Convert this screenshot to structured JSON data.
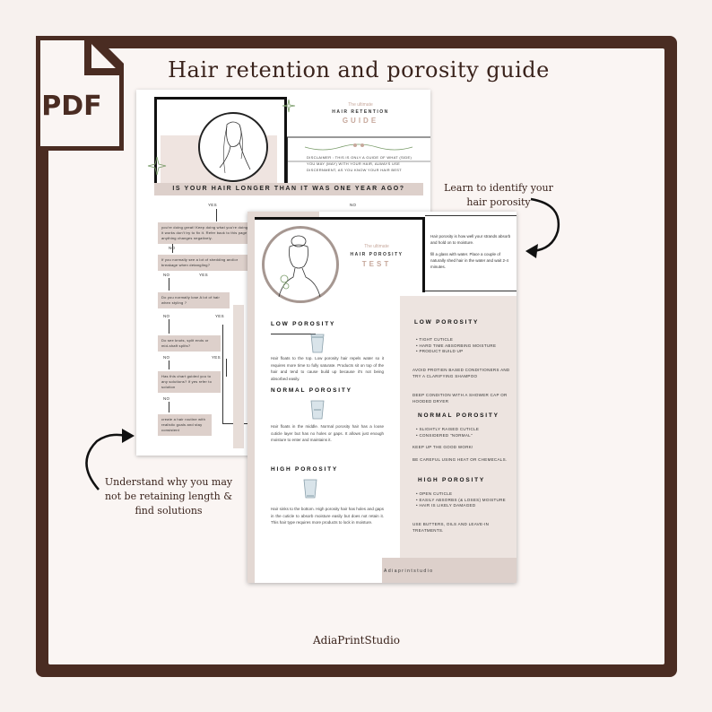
{
  "page": {
    "badge_label": "PDF",
    "title": "Hair retention and porosity guide",
    "footer": "AdiaPrintStudio",
    "callout_right": "Learn to identify your hair porosity",
    "callout_left": "Understand why you may not be retaining length & find solutions",
    "colors": {
      "frame": "#4a2c22",
      "accent_pink": "#ddd0cb",
      "gold": "#c7a89c"
    }
  },
  "guide": {
    "ultimate": "The ultimate",
    "heading": "HAIR RETENTION",
    "subheading": "GUIDE",
    "disclaimer": "DISCLAIMER : THIS IS ONLY A GUIDE OF WHAT (SIDE) YOU MAY (MAY) WITH YOUR HAIR, ALWAYS USE DISCERNMENT, AS YOU KNOW YOUR HAIR BEST",
    "question": "IS YOUR HAIR LONGER THAN IT WAS ONE YEAR AGO?",
    "yes": "YES",
    "no": "NO",
    "box_doing_great": "you're doing great! Keep doing what you're doing. If it works don't try to fix it. Refer back to this page if anything changes negatively.",
    "box_shedding": "If you normally see a lot of shedding and/or breakage when detangling?",
    "box_lose_lot": "Do you normally lose A lot of hair when styling ?",
    "box_knots": "Do see knots, split ends or mid-shaft splits?",
    "box_chart": "Has this chart guided you to any solutions? If yes refer to solution",
    "box_routine": "create a hair routine with realistic goals and stay consistent"
  },
  "test": {
    "ultimate": "The ultimate",
    "heading": "HAIR POROSITY",
    "subheading": "TEST",
    "intro_1": "Hair porosity is how well your strands absorb and hold on to moisture.",
    "intro_2": "fill a glass with water. Place a couple of naturally shed hair in the water and wait 2-4 minutes.",
    "low_title": "LOW POROSITY",
    "low_text": "Hair floats to the top. Low porosity hair repels water so it requires more time to fully saturate. Products sit on top of the hair and tend to cause build up because it's not being absorbed easily.",
    "normal_title": "NORMAL POROSITY",
    "normal_text": "Hair floats in the middle. Normal porosity hair has a loose cuticle layer but has no holes or gaps. It allows just enough moisture to enter and maintains it.",
    "high_title": "HIGH POROSITY",
    "high_text": "Hair sinks to the bottom. High porosity hair has holes and gaps in the cuticle to absorb moisture easily but does not retain it. This hair type requires more products to lock in moisture.",
    "right_low_title": "LOW POROSITY",
    "right_low_list": [
      "TIGHT CUTICLE",
      "HARD TIME ABSORBING MOISTURE",
      "PRODUCT BUILD UP"
    ],
    "right_low_tip_1": "AVOID PROTIEN BASED CONDITIONERS AND TRY A CLARIFYING SHAMPOO",
    "right_low_tip_2": "DEEP CONDITION WITH A SHOWER CAP OR HOODED DRYER",
    "right_normal_title": "NORMAL POROSITY",
    "right_normal_list": [
      "SLIGHTLY RAISED CUTICLE",
      "CONSIDERED \"NORMAL\""
    ],
    "right_normal_tip_1": "KEEP UP THE GOOD WORK!",
    "right_normal_tip_2": "BE CAREFUL USING HEAT OR CHEMECALS.",
    "right_high_title": "HIGH POROSITY",
    "right_high_list": [
      "OPEN CUTICLE",
      "EASILY ABSORBS (& LOSES) MOISTURE",
      "HAIR IS LIKELY DAMAGED"
    ],
    "right_high_tip": "USE BUTTERS, OILS AND LEAVE-IN TREATMENTS.",
    "brand": "Adiaprintstudio"
  }
}
